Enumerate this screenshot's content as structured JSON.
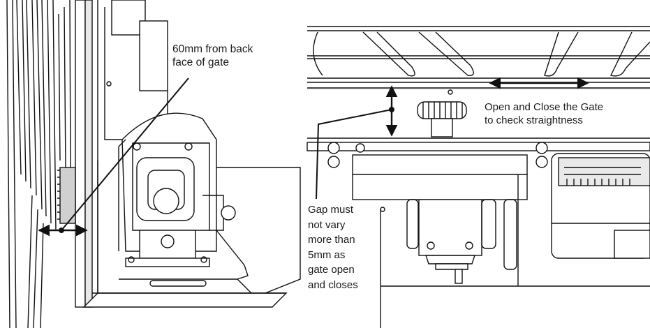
{
  "callouts": {
    "left_distance": "60mm from back\nface of gate",
    "open_close": "Open and Close the Gate\nto check straightness",
    "gap_tolerance": "Gap must\nnot vary\nmore than\n5mm as\ngate open\nand closes"
  },
  "colors": {
    "line": "#111111",
    "panel_grey": "#cfcfcf",
    "dark_grey": "#8a8a8a",
    "background": "#ffffff"
  },
  "icons": {
    "arrow": "double-headed-arrow",
    "pointer": "leader-line-dot"
  }
}
